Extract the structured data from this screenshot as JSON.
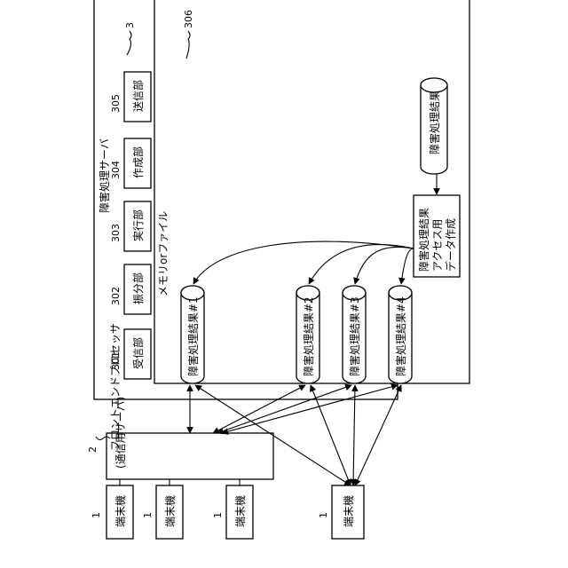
{
  "server": {
    "ref": "3",
    "title": "障害処理サーバ",
    "units": [
      {
        "ref": "301",
        "label": "受信部"
      },
      {
        "ref": "302",
        "label": "振分部"
      },
      {
        "ref": "303",
        "label": "実行部"
      },
      {
        "ref": "304",
        "label": "作成部"
      },
      {
        "ref": "305",
        "label": "送信部"
      }
    ]
  },
  "memory": {
    "ref": "306",
    "label": "メモリorファイル",
    "results": [
      {
        "label": "障害処理結果#1"
      },
      {
        "label": "障害処理結果#2"
      },
      {
        "label": "障害処理結果#3"
      },
      {
        "label": "障害処理結果#4"
      }
    ],
    "final_result": "障害処理結果",
    "access_box": [
      "障害処理結果",
      "アクセス用",
      "データ作成"
    ]
  },
  "front_end": {
    "ref": "2",
    "lines": [
      "フロントエンドプロセッサ",
      "(通信用サーバ)"
    ]
  },
  "terminals": [
    {
      "ref": "1",
      "label": "端末機"
    },
    {
      "ref": "1",
      "label": "端末機"
    },
    {
      "ref": "1",
      "label": "端末機"
    },
    {
      "ref": "1",
      "label": "端末機"
    }
  ]
}
